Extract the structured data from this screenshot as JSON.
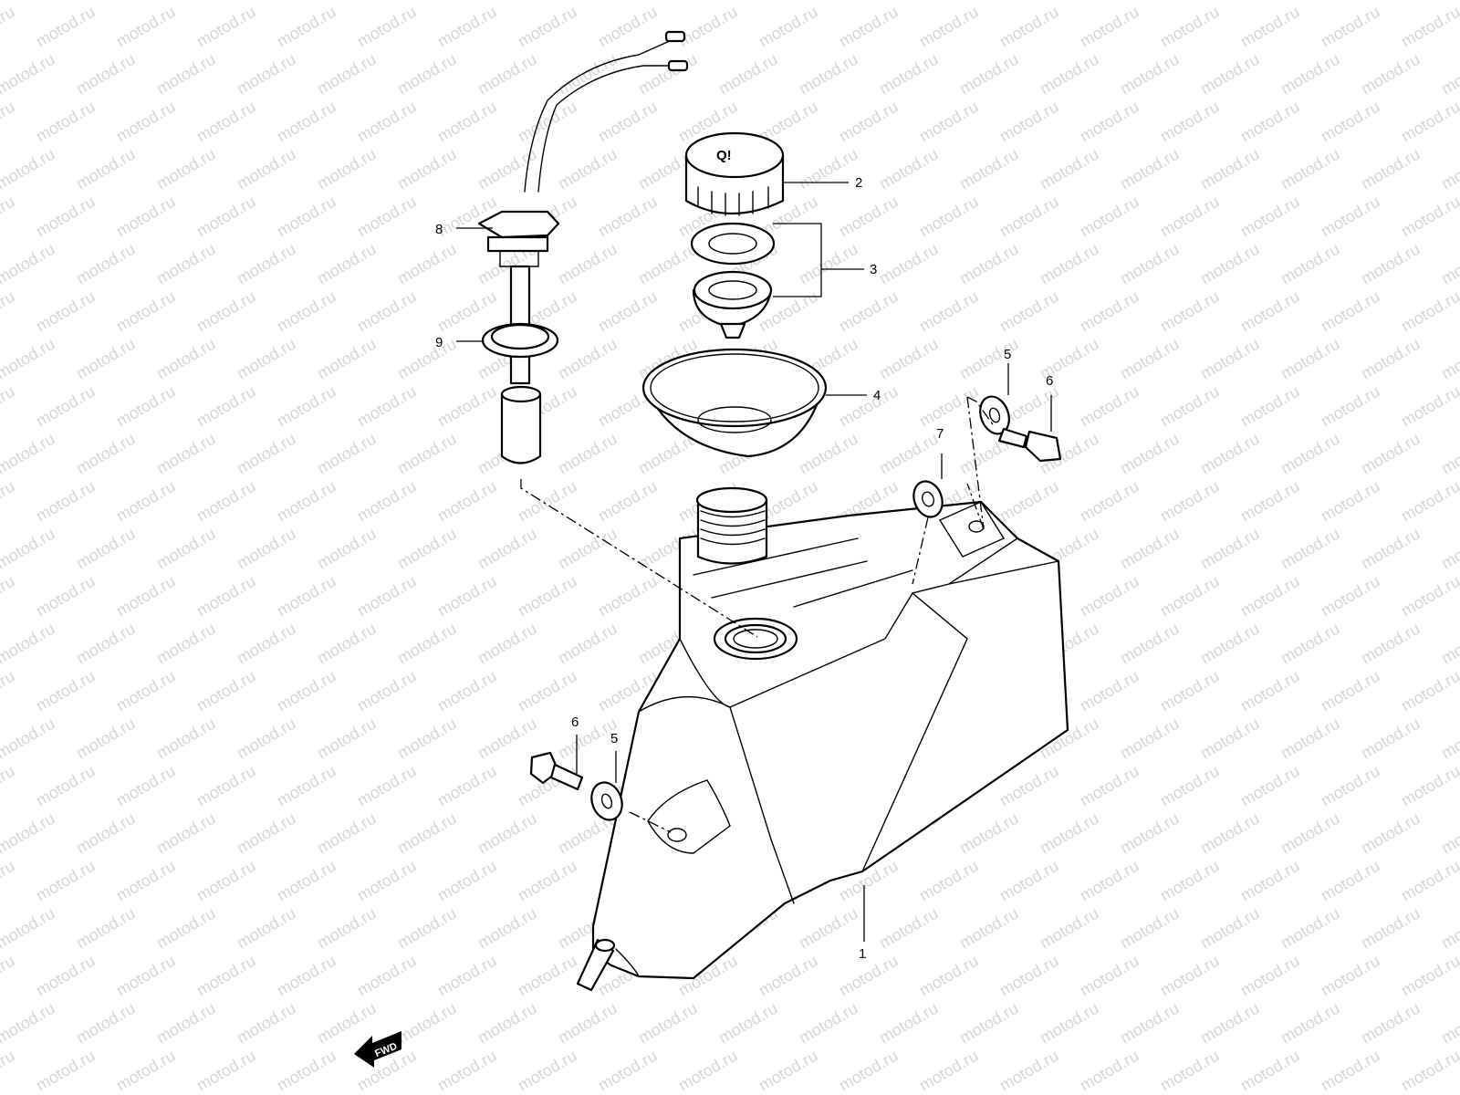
{
  "watermark": "motod.ru",
  "callouts": {
    "c1": "1",
    "c2": "2",
    "c3": "3",
    "c4": "4",
    "c5a": "5",
    "c5b": "5",
    "c6a": "6",
    "c6b": "6",
    "c7": "7",
    "c8": "8",
    "c9": "9"
  },
  "fwd_label": "FWD",
  "cap_marking": "Q!"
}
